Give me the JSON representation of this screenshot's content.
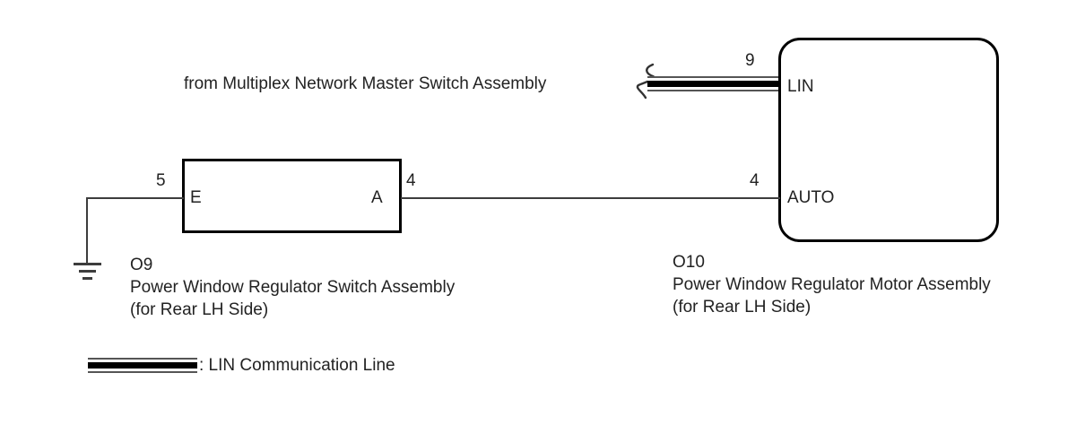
{
  "diagram": {
    "title_note": "from Multiplex Network Master Switch Assembly",
    "switch_assembly": {
      "code": "O9",
      "name": "Power Window Regulator Switch Assembly",
      "qualifier": "(for Rear LH Side)",
      "terminal_left": "E",
      "terminal_right": "A",
      "pin_left": "5",
      "pin_right": "4"
    },
    "motor_assembly": {
      "code": "O10",
      "name": "Power Window Regulator Motor Assembly",
      "qualifier": "(for Rear LH Side)",
      "terminal_top": "LIN",
      "terminal_bottom": "AUTO",
      "pin_top": "9",
      "pin_bottom": "4"
    },
    "legend": {
      "label": ": LIN Communication Line"
    },
    "colors": {
      "wire": "#3d3d3d",
      "outline": "#000000",
      "text": "#222222",
      "background": "#ffffff"
    }
  }
}
